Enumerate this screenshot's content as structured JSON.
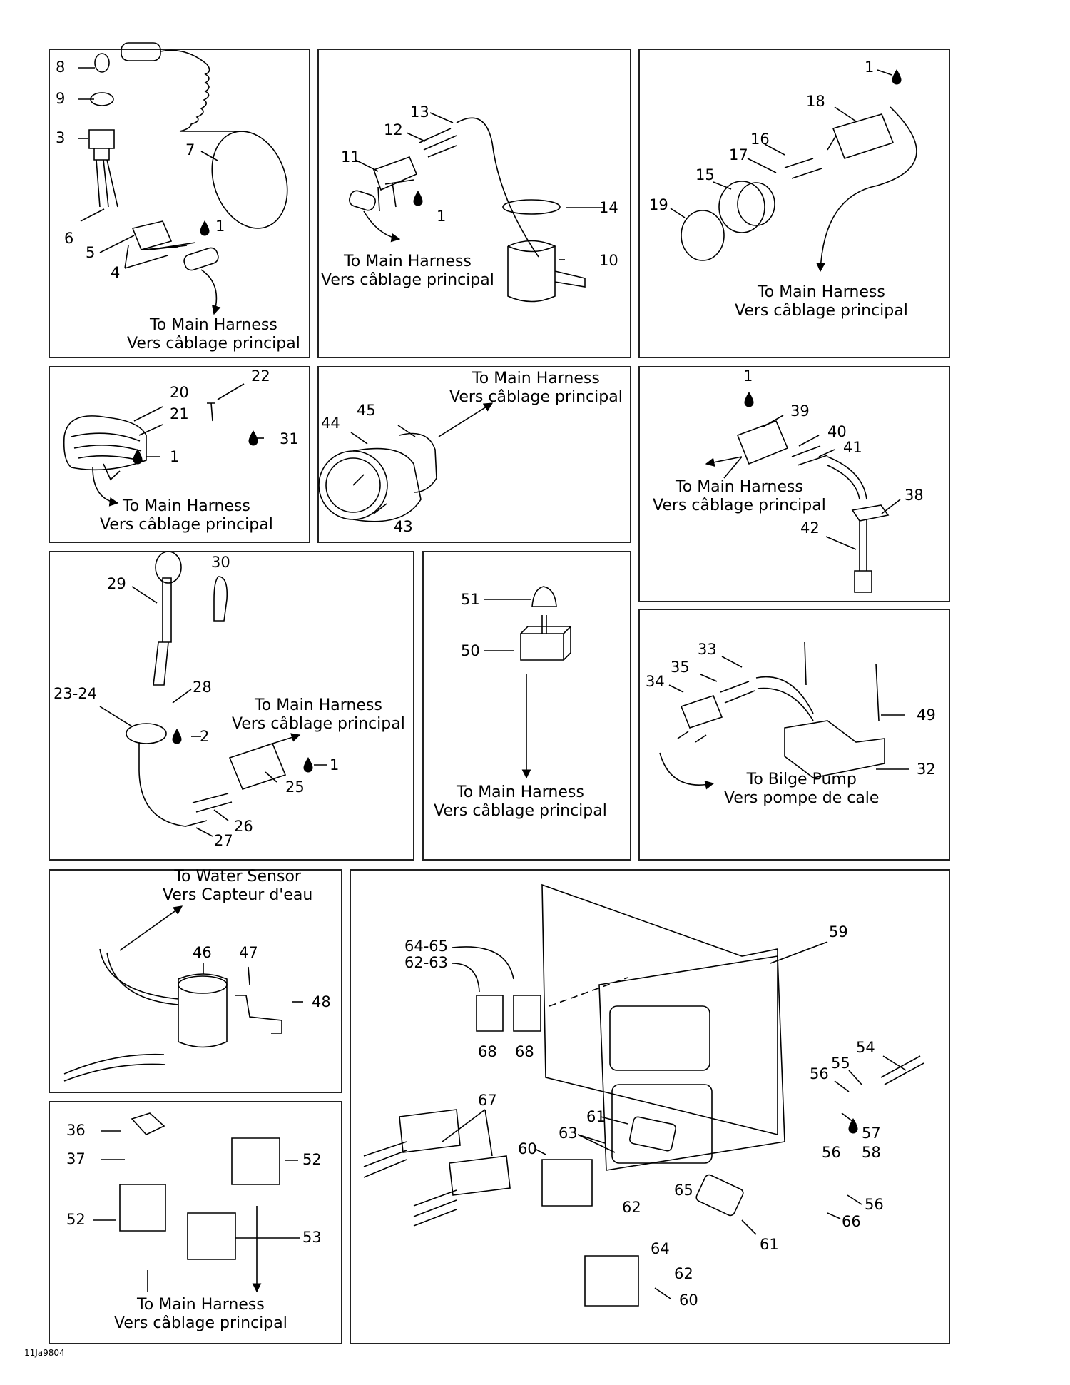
{
  "figure_code": "11Ja9804",
  "panels": [
    {
      "id": "p1",
      "captions": [
        "To Main Harness\nVers câblage principal"
      ],
      "callouts": [
        "8",
        "9",
        "3",
        "7",
        "6",
        "5",
        "4",
        "1"
      ]
    },
    {
      "id": "p2",
      "captions": [
        "To Main Harness\nVers câblage principal"
      ],
      "callouts": [
        "13",
        "12",
        "11",
        "1",
        "14",
        "10"
      ]
    },
    {
      "id": "p3",
      "captions": [
        "To Main Harness\nVers câblage principal"
      ],
      "callouts": [
        "1",
        "18",
        "16",
        "17",
        "15",
        "19"
      ]
    },
    {
      "id": "p4",
      "captions": [
        "To Main Harness\nVers câblage principal"
      ],
      "callouts": [
        "20",
        "21",
        "22",
        "31",
        "1"
      ]
    },
    {
      "id": "p5",
      "captions": [
        "To Main Harness\nVers câblage principal"
      ],
      "callouts": [
        "45",
        "44",
        "43"
      ]
    },
    {
      "id": "p6",
      "captions": [
        "To Main Harness\nVers câblage principal"
      ],
      "callouts": [
        "1",
        "39",
        "40",
        "41",
        "38",
        "42"
      ]
    },
    {
      "id": "p7",
      "captions": [
        "To Main Harness\nVers câblage principal"
      ],
      "callouts": [
        "29",
        "30",
        "28",
        "23-24",
        "2",
        "1",
        "25",
        "26",
        "27"
      ]
    },
    {
      "id": "p8",
      "captions": [
        "To Main Harness\nVers câblage principal"
      ],
      "callouts": [
        "51",
        "50"
      ]
    },
    {
      "id": "p9",
      "captions": [
        "To Bilge Pump\nVers pompe de cale"
      ],
      "callouts": [
        "33",
        "35",
        "34",
        "49",
        "32"
      ]
    },
    {
      "id": "p10",
      "captions": [
        "To Water Sensor\nVers Capteur d'eau"
      ],
      "callouts": [
        "46",
        "47",
        "48"
      ]
    },
    {
      "id": "p11",
      "captions": [
        "To Main Harness\nVers câblage principal"
      ],
      "callouts": [
        "36",
        "37",
        "52",
        "52",
        "53"
      ]
    },
    {
      "id": "p12",
      "captions": [],
      "callouts": [
        "59",
        "64-65",
        "62-63",
        "68",
        "68",
        "54",
        "55",
        "56",
        "57",
        "56",
        "58",
        "67",
        "61",
        "63",
        "60",
        "62",
        "65",
        "64",
        "62",
        "61",
        "56",
        "66",
        "60"
      ]
    }
  ],
  "icons": [
    "drop-icon"
  ]
}
